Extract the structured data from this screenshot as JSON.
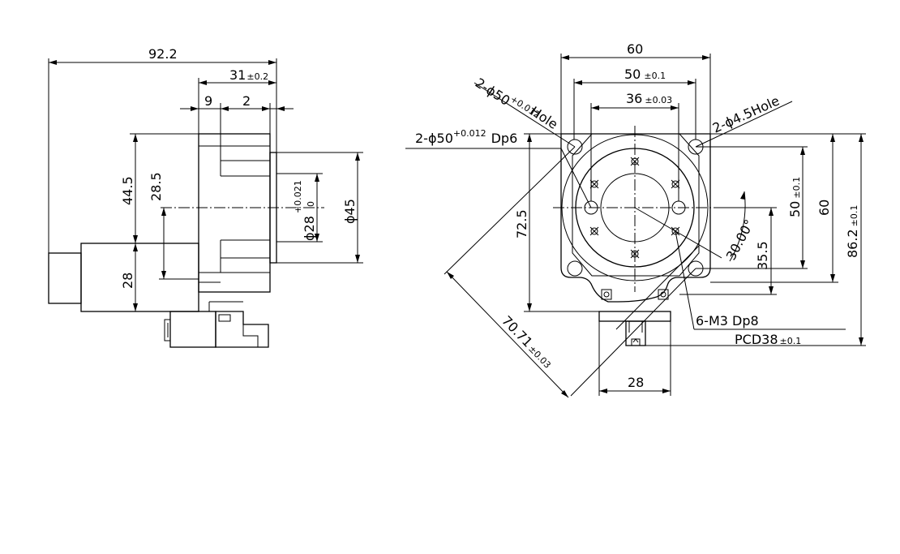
{
  "side_view": {
    "overall_length": "92.2",
    "flange_thickness": "31",
    "flange_thickness_tol": "±0.2",
    "dim_9": "9",
    "dim_2": "2",
    "height_44_5": "44.5",
    "height_28_5": "28.5",
    "height_28": "28",
    "pilot_dia": "ϕ28",
    "pilot_tol_upper": "+0.021",
    "pilot_tol_lower": "0",
    "outer_dia": "ϕ45"
  },
  "front_view": {
    "width_60": "60",
    "width_50": "50",
    "width_50_tol": "±0.1",
    "width_36": "36",
    "width_36_tol": "±0.03",
    "pin_hole_prefix": "2-ϕ5",
    "pin_hole_nom": "0",
    "pin_hole_tol": "+0.012",
    "pin_hole_word": "Hole",
    "pin_hole_depth": "Dp6",
    "mount_hole": "2-ϕ4.5Hole",
    "height_72_5": "72.5",
    "height_50": "50",
    "height_50_tol": "±0.1",
    "height_60": "60",
    "height_86_2": "86.2",
    "height_86_2_tol": "±0.1",
    "height_35_5": "35.5",
    "angle": "30.00°",
    "diagonal": "70.71",
    "diagonal_tol": "±0.03",
    "tapped_holes": "6-M3 Dp8",
    "pcd": "PCD38",
    "pcd_tol": "±0.1",
    "connector_width": "28"
  }
}
